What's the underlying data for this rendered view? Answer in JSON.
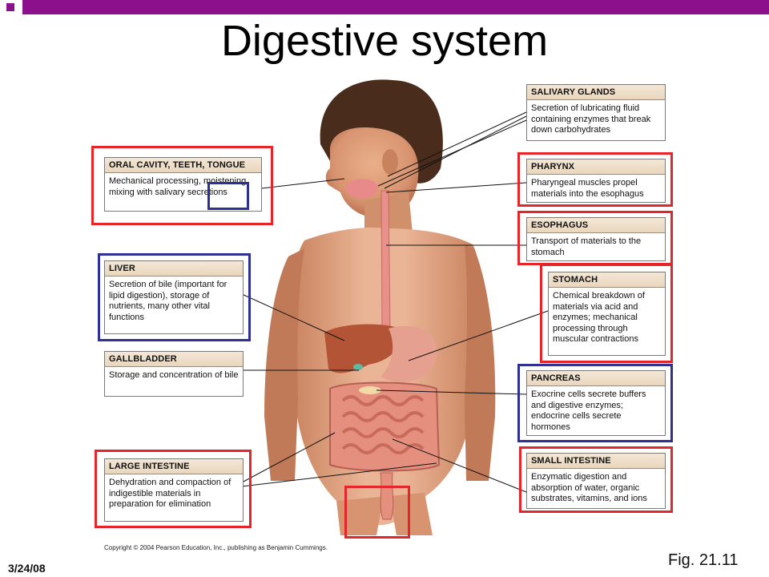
{
  "slide": {
    "title": "Digestive system",
    "date": "3/24/08",
    "figure": "Fig. 21.11",
    "copyright": "Copyright © 2004 Pearson Education, Inc., publishing as Benjamin Cummings."
  },
  "labels": {
    "salivary": {
      "head": "SALIVARY GLANDS",
      "body": "Secretion of lubricating fluid containing enzymes that break down carbohydrates"
    },
    "oral": {
      "head": "ORAL CAVITY, TEETH, TONGUE",
      "body": "Mechanical processing, moistening, mixing with salivary secretions"
    },
    "pharynx": {
      "head": "PHARYNX",
      "body": "Pharyngeal muscles propel materials into the esophagus"
    },
    "esophagus": {
      "head": "ESOPHAGUS",
      "body": "Transport of materials to the stomach"
    },
    "liver": {
      "head": "LIVER",
      "body": "Secretion of bile (important for lipid digestion), storage of nutrients, many other vital functions"
    },
    "stomach": {
      "head": "STOMACH",
      "body": "Chemical breakdown of materials via acid and enzymes; mechanical processing through muscular contractions"
    },
    "gallbladder": {
      "head": "GALLBLADDER",
      "body": "Storage and concentration of bile"
    },
    "pancreas": {
      "head": "PANCREAS",
      "body": "Exocrine cells secrete buffers and digestive enzymes; endocrine cells secrete hormones"
    },
    "large_intestine": {
      "head": "LARGE INTESTINE",
      "body": "Dehydration and compaction of indigestible materials in preparation for elimination"
    },
    "small_intestine": {
      "head": "SMALL INTESTINE",
      "body": "Enzymatic digestion and absorption of water, organic substrates, vitamins, and ions"
    }
  },
  "colors": {
    "highlight_red": "#e5252a",
    "highlight_blue": "#2e3192",
    "banner": "#8c0f8c"
  }
}
